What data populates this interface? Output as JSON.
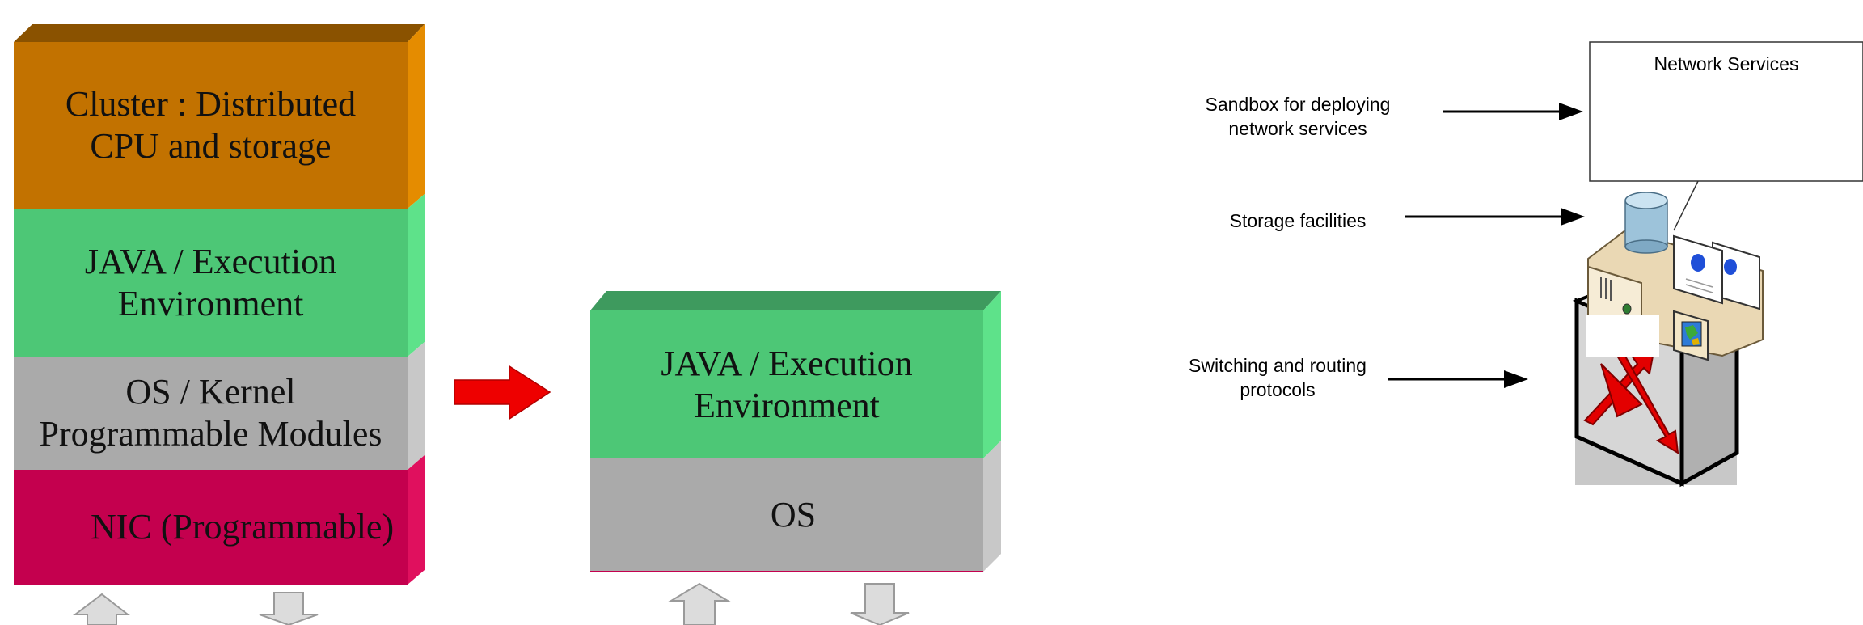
{
  "left_stack": {
    "layers": [
      {
        "label": "Cluster : Distributed\nCPU and storage",
        "color": "#C27200"
      },
      {
        "label": "JAVA / Execution\nEnvironment",
        "color": "#4DC776"
      },
      {
        "label": "OS / Kernel\nProgrammable Modules",
        "color": "#AAAAAA"
      },
      {
        "label": "NIC (Programmable)",
        "color": "#C4004E"
      }
    ]
  },
  "middle_stack": {
    "layers": [
      {
        "label": "JAVA / Execution\nEnvironment",
        "color": "#4DC776"
      },
      {
        "label": "OS",
        "color": "#AAAAAA"
      }
    ]
  },
  "transition_arrow_color": "#EE0000",
  "right_diagram": {
    "box_label": "Network Services",
    "labels": [
      {
        "text": "Sandbox for deploying\nnetwork services"
      },
      {
        "text": "Storage facilities"
      },
      {
        "text": "Switching and routing\nprotocols"
      }
    ]
  }
}
